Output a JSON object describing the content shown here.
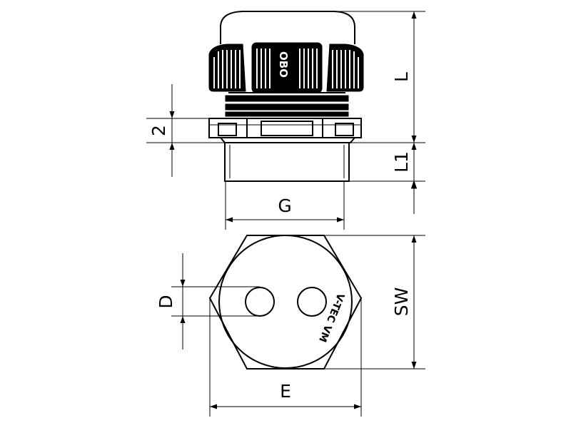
{
  "dimensions": {
    "L": "L",
    "L1": "L1",
    "two": "2",
    "G": "G",
    "D": "D",
    "SW": "SW",
    "E": "E"
  },
  "product": {
    "brand": "OBO",
    "model": "V-TEC VM"
  },
  "colors": {
    "line": "#000000",
    "background": "#ffffff"
  }
}
